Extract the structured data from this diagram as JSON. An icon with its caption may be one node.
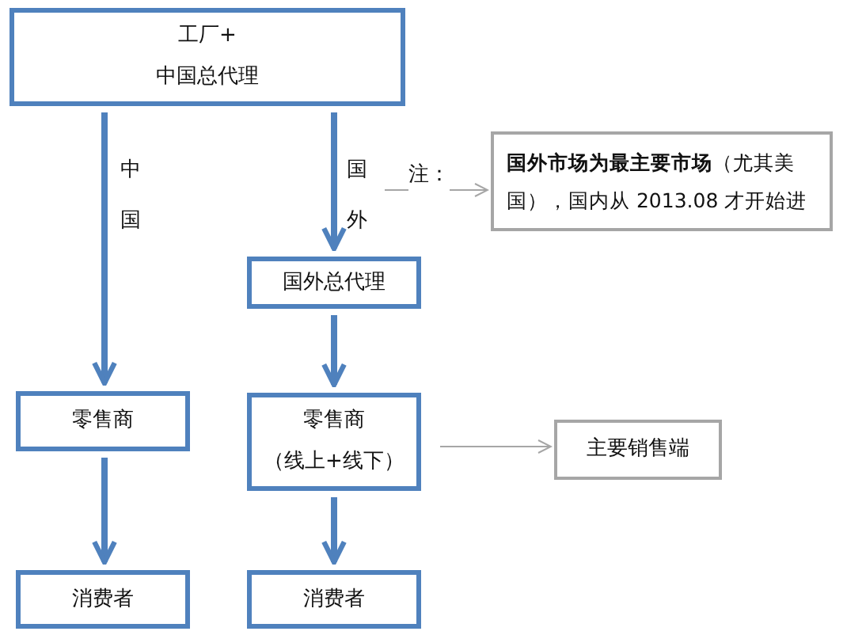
{
  "diagram": {
    "nodes": [
      {
        "text": [
          "工厂+",
          "中国总代理"
        ]
      },
      {
        "text": [
          "国外总代理"
        ]
      },
      {
        "text": [
          "**国外市场为最主要市场**（尤其美国），国内从 2013.08 才开始进"
        ]
      },
      {
        "text": [
          "零售商"
        ]
      },
      {
        "text": [
          "零售商",
          "（线上+线下）"
        ]
      },
      {
        "text": [
          "主要销售端"
        ]
      },
      {
        "text": [
          "消费者"
        ]
      },
      {
        "text": [
          "消费者"
        ]
      }
    ],
    "edges": [
      {
        "from": 0,
        "to": 3,
        "arrow": "to",
        "label": "中国"
      },
      {
        "from": 0,
        "to": 1,
        "arrow": "to",
        "label": "国外"
      },
      {
        "from": null,
        "to": 2,
        "arrow": "to",
        "label": "注：",
        "color": "#a6a6a6"
      },
      {
        "from": 1,
        "to": 4,
        "arrow": "to"
      },
      {
        "from": 3,
        "to": 6,
        "arrow": "to"
      },
      {
        "from": 4,
        "to": 7,
        "arrow": "to"
      },
      {
        "from": 4,
        "to": 5,
        "arrow": "to",
        "color": "#a6a6a6"
      }
    ]
  }
}
